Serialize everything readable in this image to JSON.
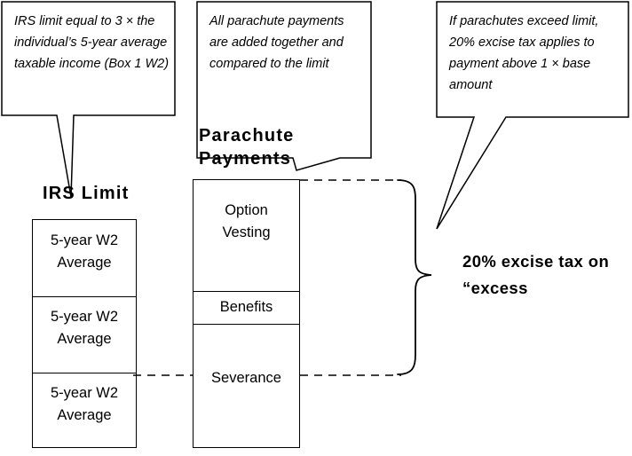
{
  "diagram": {
    "title_hidden": "Golden Parachute Excise Tax Diagram",
    "callouts": [
      {
        "id": "irs-limit-callout",
        "text": "IRS limit equal to 3 × the individual’s 5-year average taxable income (Box 1 W2)"
      },
      {
        "id": "parachute-payments-callout",
        "text": "All parachute payments are added together and compared to the limit"
      },
      {
        "id": "excise-tax-callout",
        "text": "If parachutes exceed limit, 20% excise tax applies to payment above 1 × base amount"
      }
    ],
    "headings": {
      "irs_limit": "IRS Limit",
      "parachute_payments": "Parachute\nPayments"
    },
    "irs_limit_stack": {
      "name": "IRS Limit",
      "segments": [
        {
          "label": "5-year W2\nAverage"
        },
        {
          "label": "5-year W2\nAverage"
        },
        {
          "label": "5-year W2\nAverage"
        }
      ]
    },
    "parachute_stack": {
      "name": "Parachute Payments",
      "segments": [
        {
          "label": "Option\nVesting"
        },
        {
          "label": "Benefits"
        },
        {
          "label": "Severance"
        }
      ]
    },
    "excise_label": "20% excise tax on\n“excess",
    "colors": {
      "stroke": "#000000",
      "background": "#ffffff",
      "text": "#000000"
    }
  }
}
